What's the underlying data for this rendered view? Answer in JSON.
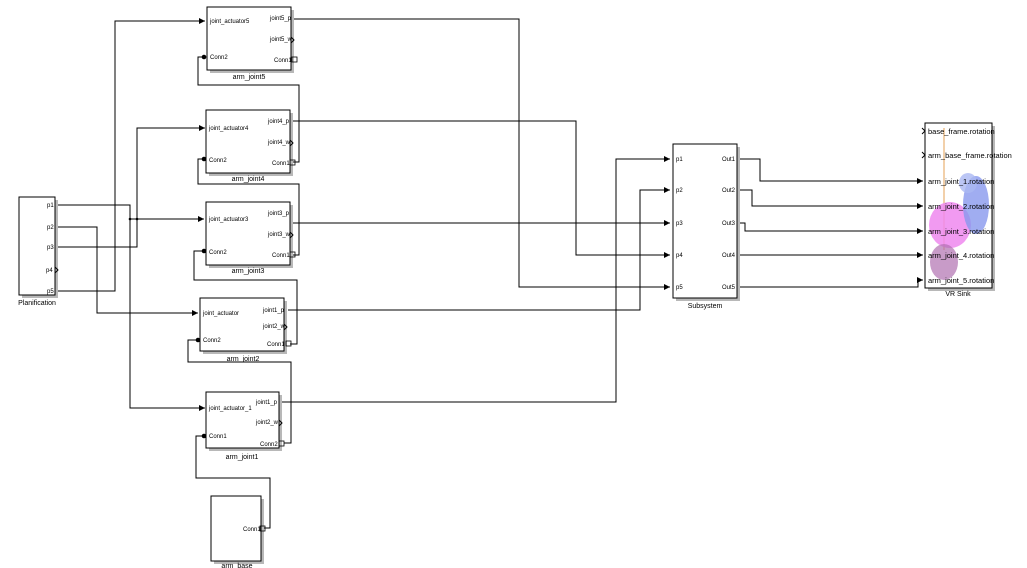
{
  "blocks": {
    "planification": {
      "name": "Planification",
      "ports": [
        "p1",
        "p2",
        "p3",
        "p4",
        "p5"
      ]
    },
    "arm_joint5": {
      "name": "arm_joint5",
      "in": [
        "joint_actuator5",
        "Conn2"
      ],
      "out": [
        "joint5_p",
        "joint5_w",
        "Conn1"
      ]
    },
    "arm_joint4": {
      "name": "arm_joint4",
      "in": [
        "joint_actuator4",
        "Conn2"
      ],
      "out": [
        "joint4_p",
        "joint4_w",
        "Conn1"
      ]
    },
    "arm_joint3": {
      "name": "arm_joint3",
      "in": [
        "joint_actuator3",
        "Conn2"
      ],
      "out": [
        "joint3_p",
        "joint3_w",
        "Conn1"
      ]
    },
    "arm_joint2": {
      "name": "arm_joint2",
      "in": [
        "joint_actuator",
        "Conn2"
      ],
      "out": [
        "joint1_p",
        "joint2_w",
        "Conn1"
      ]
    },
    "arm_joint1": {
      "name": "arm_joint1",
      "in": [
        "joint_actuator_1",
        "Conn1"
      ],
      "out": [
        "joint1_p",
        "joint2_w",
        "Conn2"
      ]
    },
    "arm_base": {
      "name": "arm_base",
      "ports": [
        "Conn1"
      ]
    },
    "subsystem": {
      "name": "Subsystem",
      "in": [
        "p1",
        "p2",
        "p3",
        "p4",
        "p5"
      ],
      "out": [
        "Out1",
        "Out2",
        "Out3",
        "Out4",
        "Out5"
      ]
    },
    "vr_sink": {
      "name": "VR Sink",
      "in": [
        "base_frame.rotation",
        "arm_base_frame.rotation",
        "arm_joint_1.rotation",
        "arm_joint_2.rotation",
        "arm_joint_3.rotation",
        "arm_joint_4.rotation",
        "arm_joint_5.rotation"
      ]
    }
  },
  "colors": {
    "background": "#ffffff",
    "line": "#000000",
    "block_shadow": "#b8b8b8",
    "vr_icon_magenta": "#ee88ee",
    "vr_icon_blue": "#8899ee"
  }
}
